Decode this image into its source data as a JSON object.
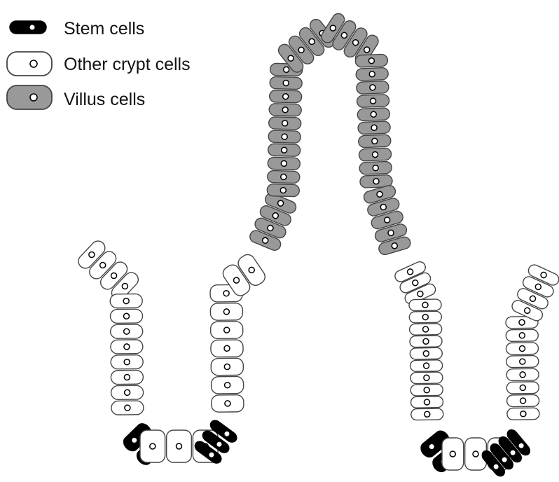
{
  "legend": {
    "stem_label": "Stem cells",
    "crypt_label": "Other crypt cells",
    "villus_label": "Villus cells"
  },
  "colors": {
    "stem": "#000000",
    "crypt": "#ffffff",
    "villus": "#999999",
    "outline": "#444444",
    "nucleus_fill": "#ffffff"
  },
  "epithelium": {
    "left_crypt": {
      "crypt_cells_left_wall": 12,
      "stem_cells": 5,
      "crypt_cells_base": 3,
      "crypt_cells_right_wall": 9
    },
    "villus": {
      "villus_cells": 37
    },
    "right_crypt": {
      "crypt_cells_left_wall": 13,
      "stem_cells": 6,
      "crypt_cells_base": 3,
      "crypt_cells_right_wall": 12
    }
  }
}
